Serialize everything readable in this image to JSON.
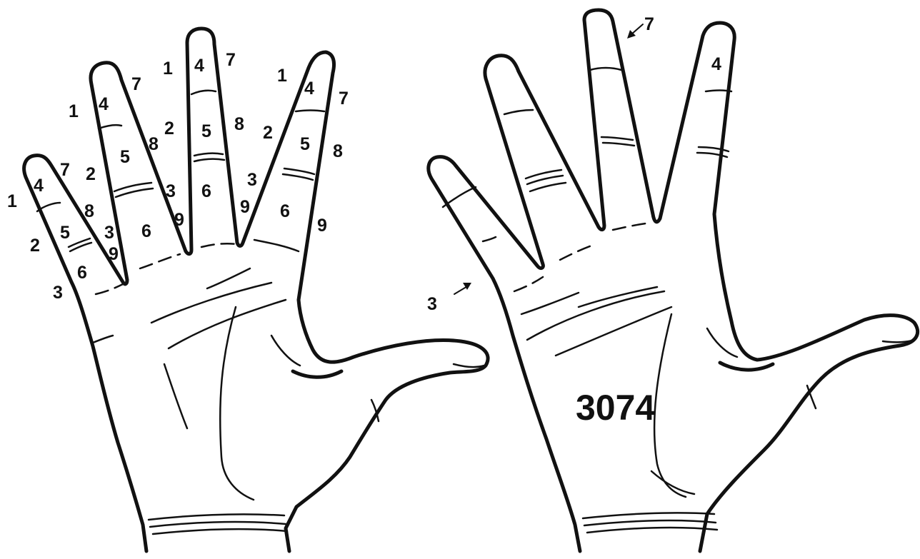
{
  "left_hand": {
    "pinky": [
      "1",
      "4",
      "7",
      "2",
      "5",
      "8",
      "3",
      "6",
      "9"
    ],
    "ring": [
      "1",
      "4",
      "7",
      "2",
      "5",
      "8",
      "3",
      "6",
      "9"
    ],
    "middle": [
      "1",
      "4",
      "7",
      "2",
      "5",
      "8",
      "3",
      "6",
      "9"
    ],
    "index": [
      "1",
      "4",
      "7",
      "2",
      "5",
      "8",
      "3",
      "6",
      "9"
    ]
  },
  "right_hand": {
    "pointer_left": "3",
    "pointer_top": "7",
    "index_digit": "4",
    "palm_number": "3074"
  }
}
